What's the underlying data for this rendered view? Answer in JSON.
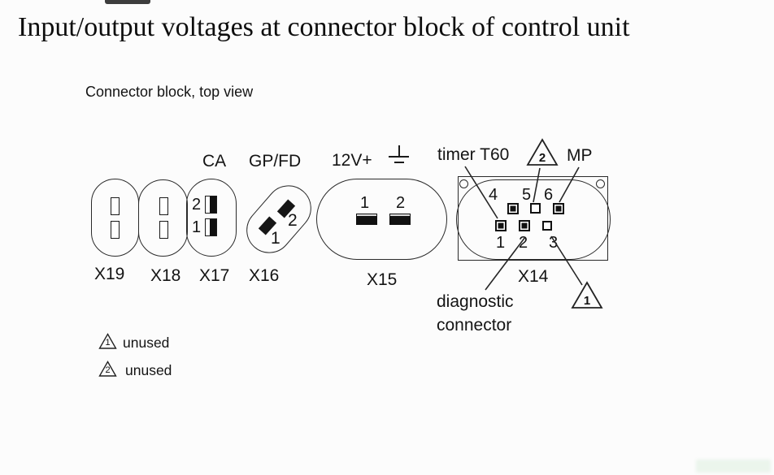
{
  "title": "Input/output voltages at connector block of control unit",
  "subtitle": "Connector block, top view",
  "annotations": {
    "ca": "CA",
    "gpfd": "GP/FD",
    "v12": "12V+",
    "ground_icon": "earth-ground",
    "timer": "timer T60",
    "mp": "MP",
    "diagnostic_line1": "diagnostic",
    "diagnostic_line2": "connector"
  },
  "connectors": {
    "x19": {
      "label": "X19",
      "pin_count": 2
    },
    "x18": {
      "label": "X18",
      "pin_count": 2
    },
    "x17": {
      "label": "X17",
      "pin_labels": [
        "2",
        "1"
      ]
    },
    "x16": {
      "label": "X16",
      "pin_labels": [
        "1",
        "2"
      ]
    },
    "x15": {
      "label": "X15",
      "pin_labels": [
        "1",
        "2"
      ]
    },
    "x14": {
      "label": "X14",
      "pin_labels_top": [
        "4",
        "5",
        "6"
      ],
      "pin_labels_bottom": [
        "1",
        "2",
        "3"
      ]
    }
  },
  "markers": {
    "triangle_1": "1",
    "triangle_2": "2"
  },
  "legend": [
    {
      "marker": "1",
      "text": "unused"
    },
    {
      "marker": "2",
      "text": "unused"
    }
  ],
  "colors": {
    "diagram_line": "#262626",
    "text": "#111111",
    "background": "#fcfcfc"
  }
}
